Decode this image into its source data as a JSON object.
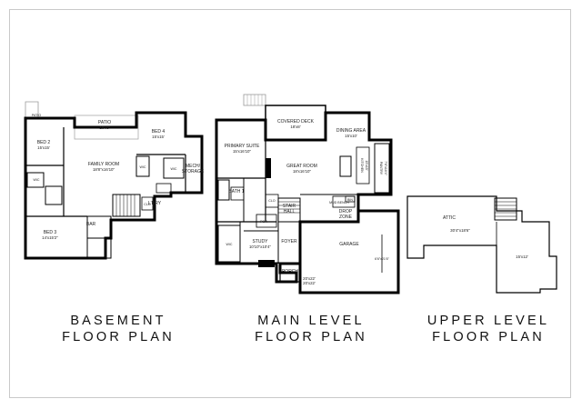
{
  "plans": {
    "basement": {
      "title_line1": "BASEMENT",
      "title_line2": "FLOOR PLAN",
      "rooms": {
        "patio_top": "PATIO",
        "patio": "PATIO",
        "patio_dim": "18'x8'",
        "bed2": "BED 2",
        "bed2_dim": "15'x15'",
        "bed4": "BED 4",
        "bed4_dim": "15'x15'",
        "family": "FAMILY ROOM",
        "family_dim": "18'8\"x16'10\"",
        "mech1": "MECH/",
        "mech2": "STORAGE",
        "wic1": "WIC",
        "wic2": "WIC",
        "wic3": "WIC",
        "clo": "CLO",
        "ldry": "L'DRY",
        "bar": "BAR",
        "bed3": "BED 3",
        "bed3_dim": "14'x15'2\""
      }
    },
    "main": {
      "title_line1": "MAIN LEVEL",
      "title_line2": "FLOOR PLAN",
      "rooms": {
        "covered_deck": "COVERED DECK",
        "covered_deck_dim": "18'x8'",
        "dining": "DINING AREA",
        "dining_dim": "15'x10'",
        "primary": "PRIMARY SUITE",
        "primary_dim": "15'x16'10\"",
        "great": "GREAT ROOM",
        "great_dim": "18'x16'10\"",
        "kitchen": "KITCHEN",
        "kitchen_dim": "15'x15'",
        "pantry": "PANTRY",
        "pantry_dim": "7'6\"x10'4\"",
        "bath1": "BATH 1",
        "clo": "CLO",
        "stair_hall1": "STAIR",
        "stair_hall2": "HALL",
        "bench": "MUD BENCH",
        "bin": "BIN",
        "drop1": "DROP",
        "drop2": "ZONE",
        "por": "POR",
        "wic": "WIC",
        "study": "STUDY",
        "study_dim": "10'10\"x10'4\"",
        "foyer": "FOYER",
        "garage": "GARAGE",
        "garage_side_dim": "6'6\"x21'6\"",
        "garage_dim1": "20'x22'",
        "garage_dim2": "20'x22'",
        "porch": "PORCH"
      }
    },
    "upper": {
      "title_line1": "UPPER LEVEL",
      "title_line2": "FLOOR PLAN",
      "rooms": {
        "attic": "ATTIC",
        "attic_dim": "30'4\"x18'6\"",
        "side_dim": "15'x12'"
      }
    }
  }
}
